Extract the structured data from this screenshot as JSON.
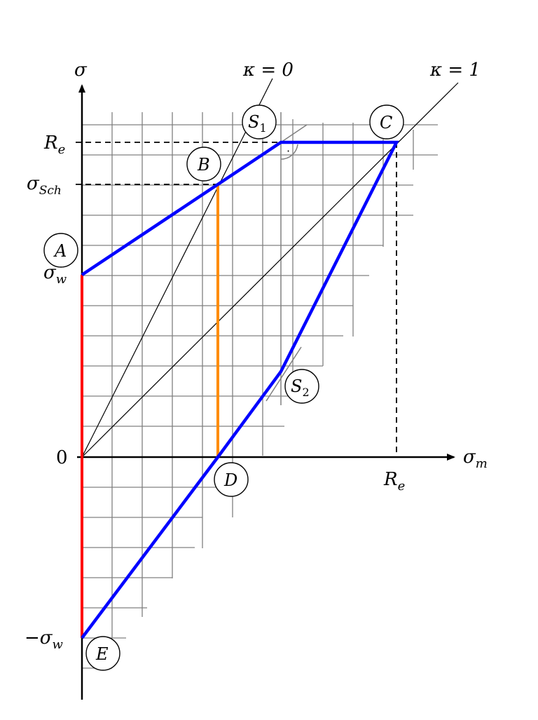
{
  "axes": {
    "y_label": "σ",
    "x_label": "σ",
    "x_label_sub": "m",
    "origin_label": "0"
  },
  "levels": {
    "re": "R",
    "re_sub": "e",
    "sch": "σ",
    "sch_sub": "Sch",
    "w": "σ",
    "w_sub": "w",
    "minus_w": "−σ",
    "minus_w_sub": "w",
    "re_x": "R",
    "re_x_sub": "e"
  },
  "lines": {
    "kappa0": "κ = 0",
    "kappa1": "κ = 1"
  },
  "points": {
    "A": "A",
    "B": "B",
    "C": "C",
    "D": "D",
    "E": "E",
    "S1": "S",
    "S1_sub": "1",
    "S2": "S",
    "S2_sub": "2",
    "perp_dot": "·"
  },
  "colors": {
    "envelope": "#0000ff",
    "amplitude": "#ff0000",
    "schwell": "#ff8c00",
    "grid": "#808080"
  }
}
